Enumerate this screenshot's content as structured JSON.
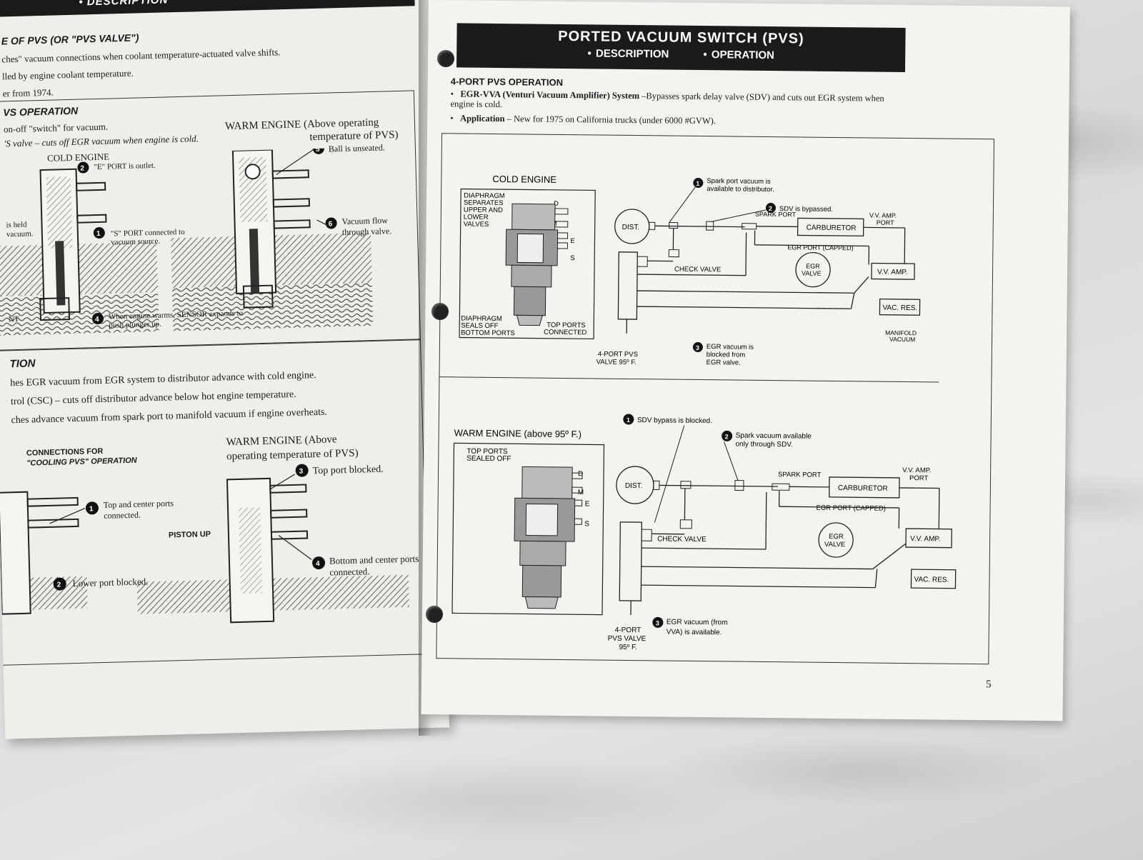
{
  "left_page": {
    "header": "• DESCRIPTION",
    "def_heading": "E OF PVS (OR \"PVS VALVE\")",
    "def_lines": [
      "ches\" vacuum connections when coolant temperature-actuated valve shifts.",
      "lled by engine coolant temperature.",
      "er from 1974."
    ],
    "op_heading": "VS OPERATION",
    "op_lines": [
      "on-off \"switch\" for vacuum.",
      "'S valve – cuts off EGR vacuum when engine is cold."
    ],
    "cold_label": "COLD ENGINE",
    "warm_label_1": "WARM ENGINE (Above operating",
    "warm_label_2": "temperature of PVS)",
    "callouts_top": [
      {
        "n": "2",
        "text": "\"E\" PORT is outlet."
      },
      {
        "n": "1",
        "text": "\"S\" PORT connected to vacuum source."
      },
      {
        "n": "5",
        "text": "Ball is unseated."
      },
      {
        "n": "6",
        "text": "Vacuum flow through valve."
      },
      {
        "n": "4",
        "text": "When engine warms, SENSOR expands to push plunger up."
      }
    ],
    "held_text": "is held",
    "vacuum_text": "vacuum.",
    "nt_text": "NT",
    "section2_heading": "TION",
    "section2_lines": [
      "hes EGR vacuum from EGR system to distributor advance with cold engine.",
      "trol (CSC) – cuts off distributor advance below hot engine temperature.",
      "ches advance vacuum from spark port to manifold vacuum if engine overheats."
    ],
    "connections_label_1": "CONNECTIONS FOR",
    "connections_label_2": "\"COOLING PVS\" OPERATION",
    "warm2_label_1": "WARM ENGINE (Above",
    "warm2_label_2": "operating temperature of PVS)",
    "callouts_bottom": [
      {
        "n": "3",
        "text": "Top port blocked."
      },
      {
        "n": "1",
        "text": "Top and center ports connected."
      },
      {
        "n": "4",
        "text": "Bottom and center ports connected."
      },
      {
        "n": "2",
        "text": "Lower port blocked."
      }
    ],
    "piston_up": "PISTON UP"
  },
  "right_page": {
    "title": "PORTED VACUUM SWITCH (PVS)",
    "sub1": "• DESCRIPTION",
    "sub2": "• OPERATION",
    "section": "4-PORT PVS OPERATION",
    "bullet1_label": "EGR-VVA (Venturi Vacuum Amplifier) System",
    "bullet1_text": " –Bypasses spark delay valve (SDV) and cuts out EGR system when engine is cold.",
    "bullet2_label": "Application",
    "bullet2_text": " – New for 1975 on California trucks (under 6000 #GVW).",
    "cold": {
      "title": "COLD ENGINE",
      "diaphragm_top": [
        "DIAPHRAGM",
        "SEPARATES",
        "UPPER AND",
        "LOWER",
        "VALVES"
      ],
      "diaphragm_bottom": [
        "DIAPHRAGM",
        "SEALS OFF",
        "BOTTOM PORTS"
      ],
      "top_ports": [
        "TOP PORTS",
        "CONNECTED"
      ],
      "port_d": "D",
      "port_m": "M",
      "port_e": "E",
      "port_s": "S",
      "dist": "DIST.",
      "carburetor": "CARBURETOR",
      "vv_amp": "V.V. AMP.",
      "vac_res": "VAC. RES.",
      "egr_valve_1": "EGR",
      "egr_valve_2": "VALVE",
      "check_valve": "CHECK VALVE",
      "spark_port": "SPARK PORT",
      "egr_port": "EGR PORT (CAPPED)",
      "vv_amp_port_1": "V.V. AMP.",
      "vv_amp_port_2": "PORT",
      "manifold_1": "MANIFOLD",
      "manifold_2": "VACUUM",
      "pvs_1": "4-PORT PVS",
      "pvs_2": "VALVE 95º F.",
      "c1": [
        "Spark port vacuum is",
        "available to distributor."
      ],
      "c2": "SDV is bypassed.",
      "c3": [
        "EGR vacuum is",
        "blocked from",
        "EGR valve."
      ]
    },
    "warm": {
      "title": "WARM ENGINE (above 95º F.)",
      "top_sealed": [
        "TOP PORTS",
        "SEALED OFF"
      ],
      "port_d": "D",
      "port_m": "M",
      "port_e": "E",
      "port_s": "S",
      "dist": "DIST.",
      "carburetor": "CARBURETOR",
      "vv_amp": "V.V. AMP.",
      "vac_res": "VAC. RES.",
      "egr_valve_1": "EGR",
      "egr_valve_2": "VALVE",
      "check_valve": "CHECK VALVE",
      "spark_port": "SPARK PORT",
      "egr_port": "EGR PORT (CAPPED)",
      "vv_amp_port_1": "V.V. AMP.",
      "vv_amp_port_2": "PORT",
      "pvs_1": "4-PORT",
      "pvs_2": "PVS VALVE",
      "pvs_3": "95º F.",
      "c1": "SDV bypass is blocked.",
      "c2": [
        "Spark vacuum available",
        "only through SDV."
      ],
      "c3": [
        "EGR vacuum (from",
        "VVA) is available."
      ]
    },
    "page_number": "5"
  }
}
